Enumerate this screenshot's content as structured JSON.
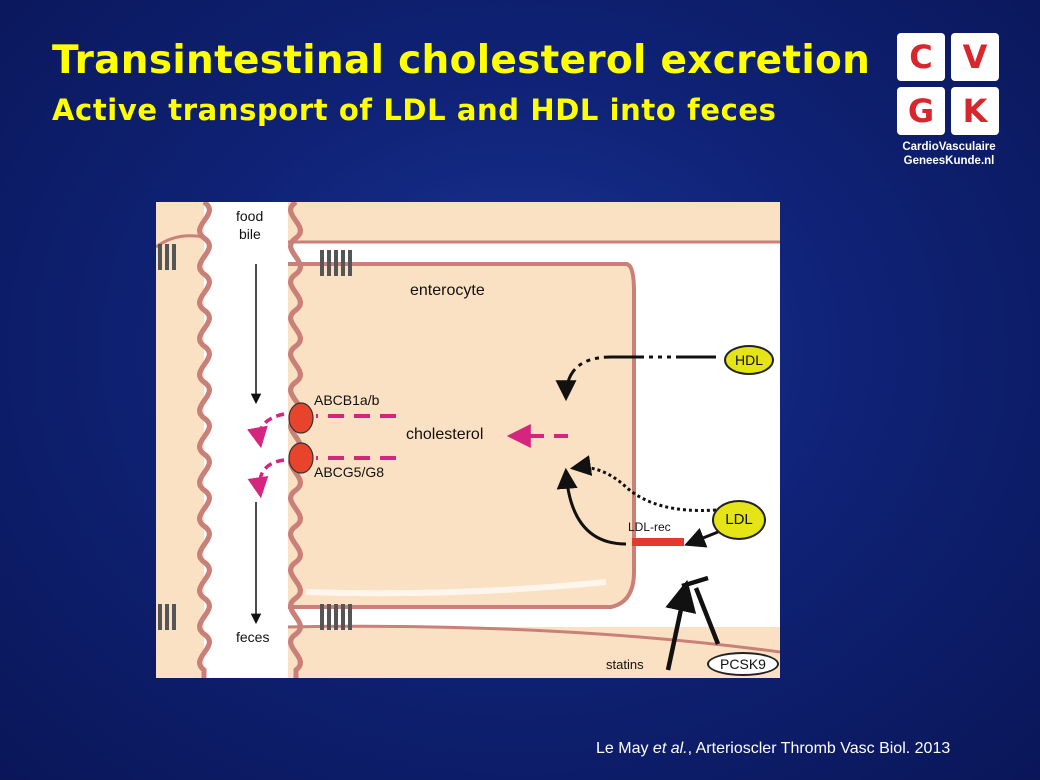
{
  "slide": {
    "title": "Transintestinal cholesterol excretion",
    "subtitle": "Active transport of LDL and HDL into feces"
  },
  "logo": {
    "letters": [
      "C",
      "V",
      "G",
      "K"
    ],
    "line1": "CardioVasculaire",
    "line2": "GeneesKunde.nl",
    "colors": {
      "letter": "#d7262c",
      "tile": "#ffffff"
    }
  },
  "diagram": {
    "labels": {
      "food": "food",
      "bile": "bile",
      "enterocyte": "enterocyte",
      "abcb1": "ABCB1a/b",
      "abcg5": "ABCG5/G8",
      "cholesterol": "cholesterol",
      "feces": "feces",
      "hdl": "HDL",
      "ldl": "LDL",
      "ldl_rec": "LDL-rec",
      "statins": "statins",
      "pcsk9": "PCSK9"
    },
    "colors": {
      "cell": "#fbe1c3",
      "membrane": "#c98079",
      "transporter": "#e8442c",
      "arrow_magenta": "#d4267f",
      "receptor": "#e53a2b",
      "lipoprotein": "#e4e417"
    }
  },
  "citation": {
    "authors": "Le May",
    "etal": "et al.",
    "journal": ", Arterioscler Thromb Vasc Biol. 2013"
  }
}
